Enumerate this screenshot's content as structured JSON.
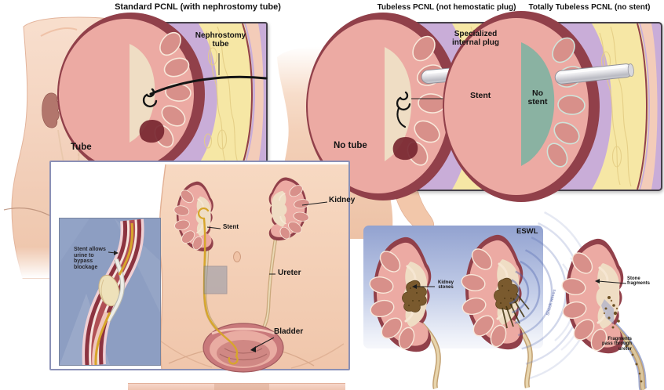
{
  "figure": {
    "titles": {
      "standard": "Standard PCNL (with nephrostomy tube)",
      "tubeless": "Tubeless PCNL (not hemostatic plug)",
      "totally_tubeless": "Totally Tubeless PCNL (no stent)"
    },
    "standard_panel": {
      "nephrostomy_tube": "Nephrostomy\ntube",
      "body_label": "Tube"
    },
    "tubeless_panel": {
      "plug": "Specialized\ninternal plug",
      "stent": "Stent",
      "body_label": "No tube"
    },
    "totally_tubeless_panel": {
      "no_stent": "No\nstent"
    },
    "stent_diagram": {
      "blockage_note": "Stent allows\nurine to\nbypass\nblockage",
      "kidney": "Kidney",
      "stent": "Stent",
      "ureter": "Ureter",
      "bladder": "Bladder"
    },
    "eswl": {
      "title": "ESWL",
      "kidney_stones": "Kidney\nstones",
      "stone_fragments": "Stone\nfragments",
      "fragments_pass": "Fragments\npass through\nureter",
      "shock_waves": "Shock waves"
    },
    "colors": {
      "panel_purple": "#c9add8",
      "fat_yellow": "#f6e7a5",
      "skin": "#f3cdb4",
      "kidney_cortex": "#ecaaa3",
      "kidney_pyramid": "#d8908a",
      "kidney_capsule": "#91404a",
      "sinus_cream": "#efddc4",
      "teal_pelvis": "#8ab2a2",
      "inset_blue": "#8d9ec2",
      "stent_yellow": "#d7a62b",
      "stone_brown": "#7a5a2e",
      "eswl_blue": "#92a2d0",
      "tube_black": "#1c1c1c",
      "plug_gray": "#c9c9cf"
    }
  }
}
